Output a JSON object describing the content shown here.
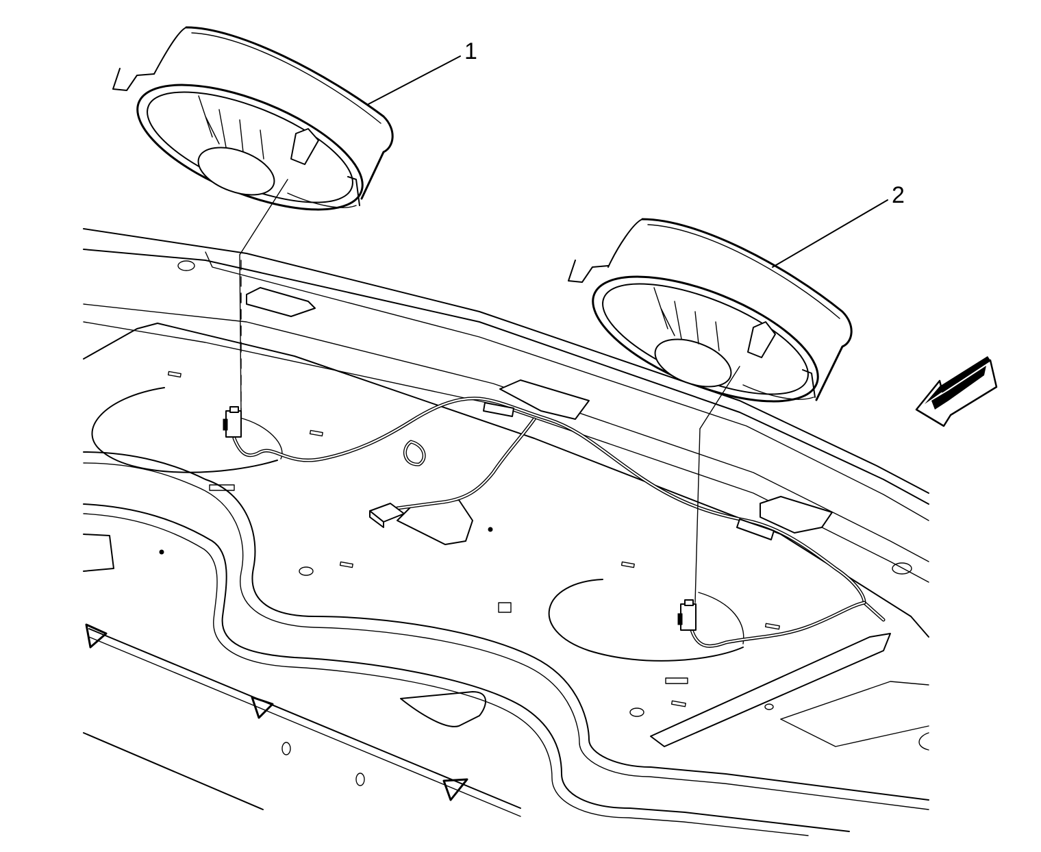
{
  "callouts": [
    {
      "id": "1",
      "text": "1"
    },
    {
      "id": "2",
      "text": "2"
    }
  ],
  "colors": {
    "line": "#000000",
    "background": "#ffffff"
  },
  "icons": {
    "direction": "front-of-vehicle-arrow-icon"
  }
}
